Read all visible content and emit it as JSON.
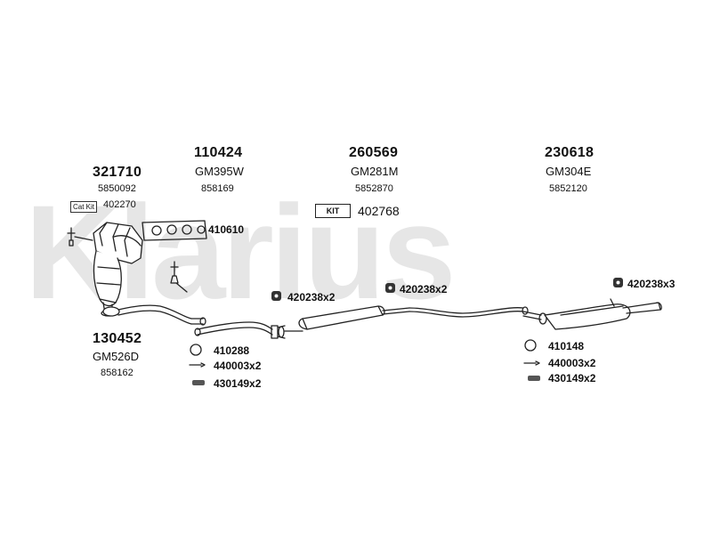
{
  "watermark": "Klarius",
  "groups": {
    "cat": {
      "number": "321710",
      "ref": "5850092",
      "catkit_label": "Cat Kit",
      "catkit_code": "402270"
    },
    "front_pipe": {
      "number": "130452",
      "ref": "GM526D",
      "sub": "858162"
    },
    "middle_pipe": {
      "number": "110424",
      "ref": "GM395W",
      "sub": "858169"
    },
    "centre_box": {
      "number": "260569",
      "ref": "GM281M",
      "sub": "5852870",
      "kit_label": "KIT",
      "kit_code": "402768"
    },
    "rear_box": {
      "number": "230618",
      "ref": "GM304E",
      "sub": "5852120"
    }
  },
  "parts": {
    "gasket_set": "410610",
    "mount_1": "420238x2",
    "mount_2": "420238x2",
    "mount_3": "420238x3",
    "left_ring": "410288",
    "left_bolt": "440003x2",
    "left_clamp": "430149x2",
    "right_ring": "410148",
    "right_bolt": "440003x2",
    "right_clamp": "430149x2"
  },
  "colors": {
    "line": "#222222",
    "watermark": "#e6e6e6"
  }
}
